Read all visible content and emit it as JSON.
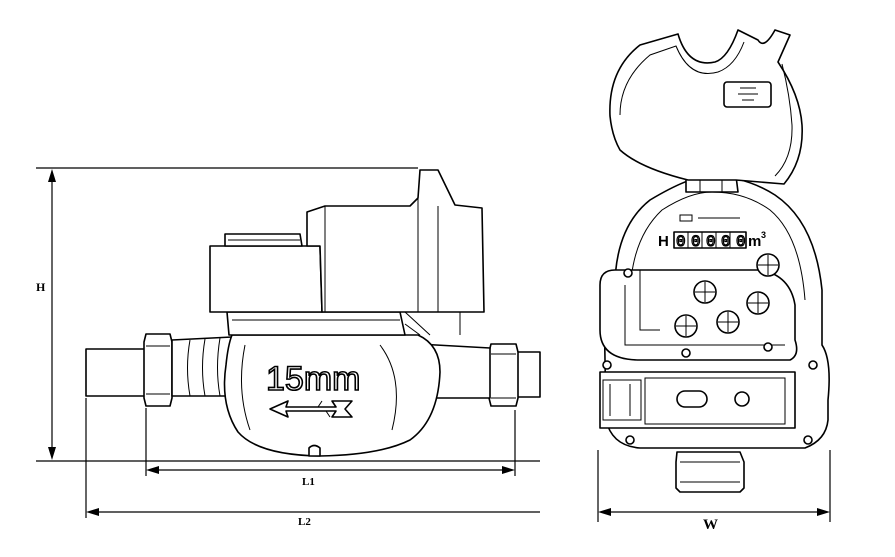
{
  "side_view": {
    "size_marking": "15mm",
    "dimension_height": "H",
    "dimension_length_body": "L1",
    "dimension_length_total": "L2"
  },
  "front_view": {
    "register_prefix": "H",
    "register_digits": "00000",
    "register_unit": "m",
    "register_unit_power": "3",
    "dimension_width": "W"
  }
}
